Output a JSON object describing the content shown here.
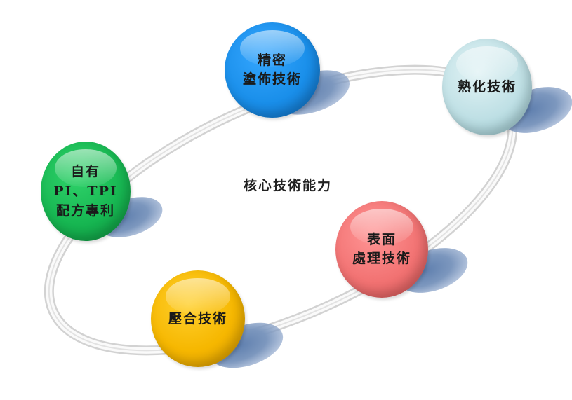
{
  "center_title": "核心技術能力",
  "nodes": [
    {
      "id": "precision-coating",
      "line1": "精密",
      "line2": "塗佈技術",
      "color": "#1f8fe8"
    },
    {
      "id": "curing",
      "line1": "熟化技術",
      "line2": "",
      "color": "#b9dde3"
    },
    {
      "id": "surface",
      "line1": "表面",
      "line2": "處理技術",
      "color": "#f07070"
    },
    {
      "id": "lamination",
      "line1": "壓合技術",
      "line2": "",
      "color": "#f5b800"
    },
    {
      "id": "patent",
      "line1": "自有",
      "line2": "PI、TPI",
      "line3": "配方專利",
      "color": "#1fba55"
    }
  ]
}
